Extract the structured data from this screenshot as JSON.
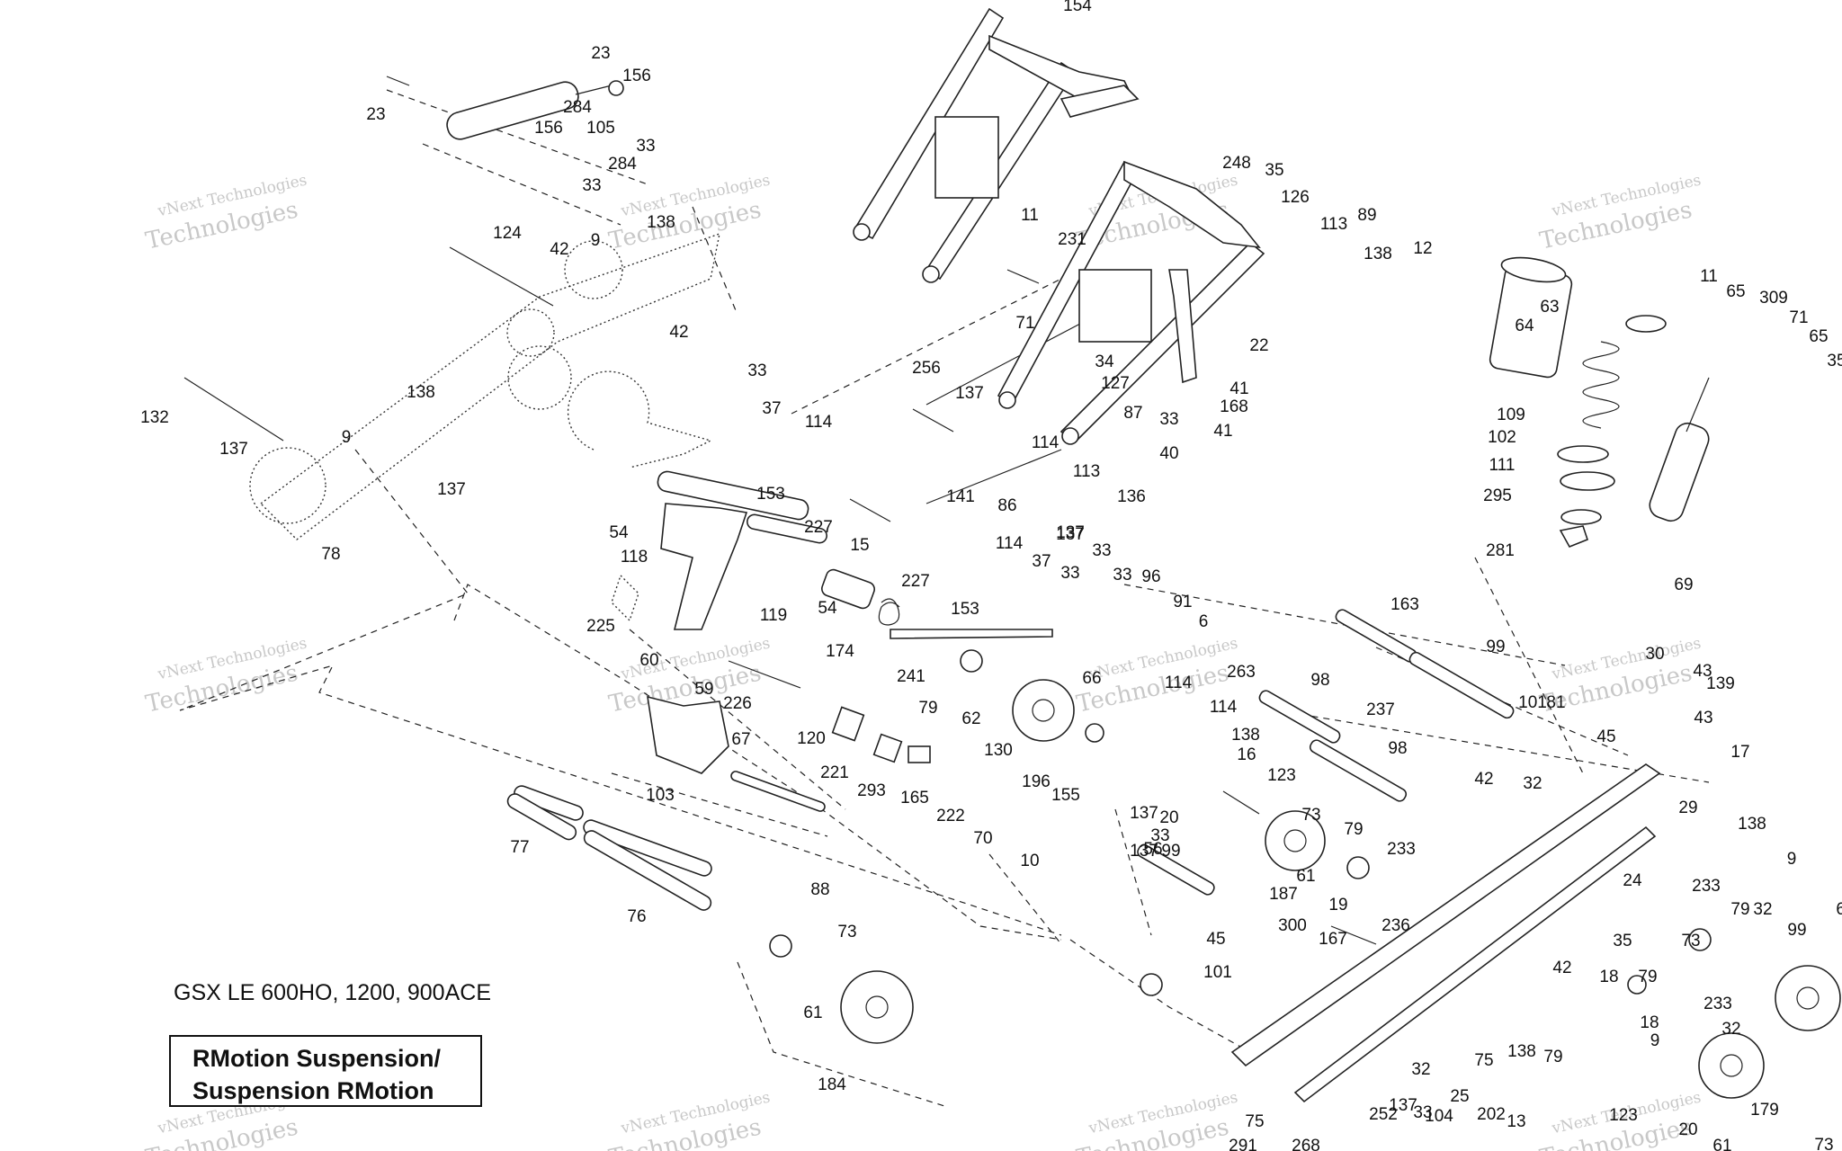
{
  "diagram": {
    "model_label": "GSX LE 600HO, 1200, 900ACE",
    "title_line1": "RMotion Suspension/",
    "title_line2": "Suspension RMotion",
    "watermark_line1": "vNext Technologies",
    "watermark_line2": "Technologies",
    "callouts": [
      "154",
      "23",
      "23",
      "156",
      "105",
      "284",
      "33",
      "156",
      "284",
      "33",
      "124",
      "42",
      "9",
      "138",
      "42",
      "132",
      "138",
      "9",
      "137",
      "137",
      "78",
      "33",
      "37",
      "114",
      "256",
      "137",
      "114",
      "153",
      "227",
      "141",
      "86",
      "113",
      "15",
      "137",
      "227",
      "114",
      "153",
      "37",
      "33",
      "248",
      "35",
      "126",
      "11",
      "231",
      "113",
      "89",
      "138",
      "12",
      "71",
      "22",
      "34",
      "41",
      "41",
      "168",
      "127",
      "87",
      "33",
      "40",
      "136",
      "137",
      "33",
      "54",
      "118",
      "119",
      "54",
      "174",
      "241",
      "225",
      "60",
      "59",
      "226",
      "120",
      "221",
      "293",
      "103",
      "79",
      "62",
      "130",
      "196",
      "66",
      "155",
      "165",
      "222",
      "70",
      "10",
      "33",
      "96",
      "91",
      "6",
      "263",
      "114",
      "114",
      "138",
      "16",
      "123",
      "20",
      "137",
      "33",
      "56",
      "73",
      "79",
      "61",
      "19",
      "187",
      "233",
      "236",
      "300",
      "167",
      "45",
      "101",
      "137",
      "99",
      "77",
      "76",
      "67",
      "88",
      "73",
      "61",
      "184",
      "64",
      "63",
      "11",
      "65",
      "309",
      "71",
      "65",
      "35",
      "109",
      "102",
      "111",
      "295",
      "281",
      "69",
      "163",
      "99",
      "98",
      "237",
      "98",
      "42",
      "32",
      "30",
      "43",
      "139",
      "81",
      "101",
      "45",
      "43",
      "17",
      "29",
      "138",
      "9",
      "24",
      "233",
      "79",
      "61",
      "73",
      "35",
      "42",
      "18",
      "79",
      "233",
      "18",
      "32",
      "138",
      "9",
      "79",
      "75",
      "32",
      "137",
      "33",
      "25",
      "202",
      "13",
      "252",
      "104",
      "75",
      "291",
      "268",
      "123",
      "20",
      "179",
      "61",
      "73",
      "32",
      "99"
    ]
  }
}
